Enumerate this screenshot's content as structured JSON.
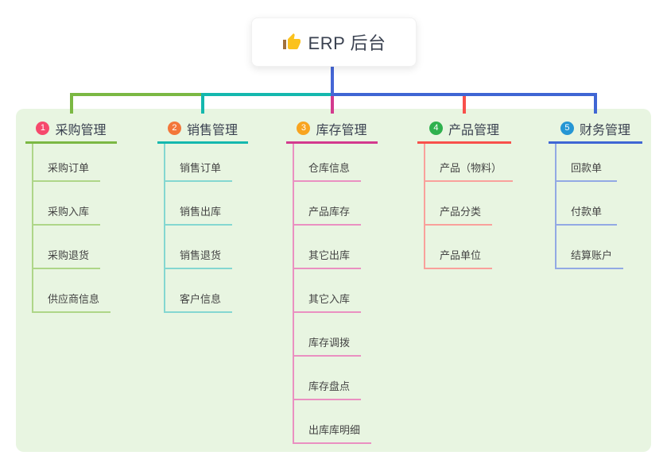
{
  "root": {
    "label": "ERP 后台",
    "icon": "thumbs-up-icon"
  },
  "colors": {
    "canvas_bg": "#ffffff",
    "panel_bg": "#e8f5e1",
    "root_connector": "#4566d6",
    "title_text": "#3a4150",
    "child_text": "#444444",
    "icon_gold": "#fbc21d",
    "icon_brown": "#a0703c"
  },
  "branches": [
    {
      "index": "1",
      "title": "采购管理",
      "badge_color": "#f6496c",
      "line_color": "#7bb843",
      "child_line_color": "#aed688",
      "children": [
        "采购订单",
        "采购入库",
        "采购退货",
        "供应商信息"
      ]
    },
    {
      "index": "2",
      "title": "销售管理",
      "badge_color": "#f3773a",
      "line_color": "#14b8ae",
      "child_line_color": "#84d7d1",
      "children": [
        "销售订单",
        "销售出库",
        "销售退货",
        "客户信息"
      ]
    },
    {
      "index": "3",
      "title": "库存管理",
      "badge_color": "#f8a41f",
      "line_color": "#d33a8e",
      "child_line_color": "#ea90c1",
      "children": [
        "仓库信息",
        "产品库存",
        "其它出库",
        "其它入库",
        "库存调拨",
        "库存盘点",
        "出库库明细"
      ]
    },
    {
      "index": "4",
      "title": "产品管理",
      "badge_color": "#2fb14e",
      "line_color": "#f8504b",
      "child_line_color": "#f9a09b",
      "children": [
        "产品（物料）",
        "产品分类",
        "产品单位"
      ]
    },
    {
      "index": "5",
      "title": "财务管理",
      "badge_color": "#2596d4",
      "line_color": "#3f66d4",
      "child_line_color": "#92a9e4",
      "children": [
        "回款单",
        "付款单",
        "结算账户"
      ]
    }
  ]
}
